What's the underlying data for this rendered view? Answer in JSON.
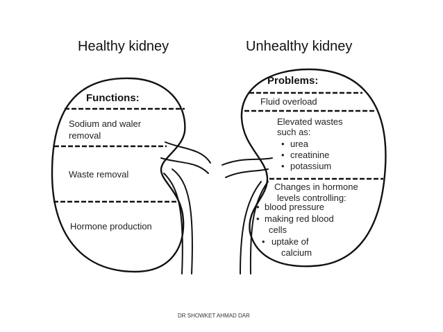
{
  "healthy": {
    "title": "Healthy kidney",
    "heading": "Functions:",
    "section1": [
      "Sodium and waler",
      "removal"
    ],
    "section2": "Waste removal",
    "section3": "Hormone production"
  },
  "unhealthy": {
    "title": "Unhealthy kidney",
    "heading": "Problems:",
    "section1": "Fluid overload",
    "section2": {
      "lines": [
        "Elevated wastes",
        "such as:"
      ],
      "bullets": [
        "urea",
        "creatinine",
        "potassium"
      ]
    },
    "section3": {
      "lines": [
        "Changes in hormone",
        "levels controlling:"
      ],
      "items": [
        {
          "bullet": true,
          "text": "blood pressure"
        },
        {
          "bullet": true,
          "text": "making red blood"
        },
        {
          "bullet": false,
          "text": "cells"
        },
        {
          "bullet": true,
          "text": "uptake of"
        },
        {
          "bullet": false,
          "text": "calcium"
        }
      ]
    }
  },
  "bullet_char": "•",
  "credit": "DR SHOWKET AHMAD DAR"
}
